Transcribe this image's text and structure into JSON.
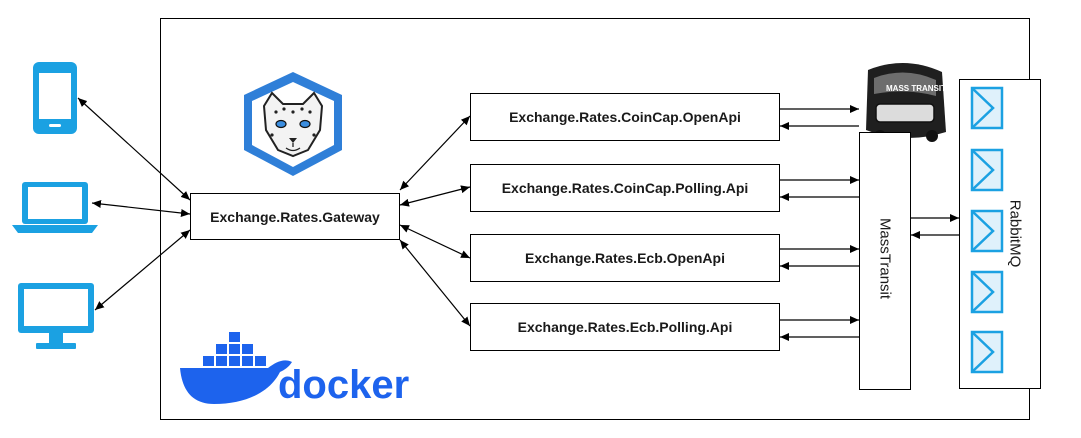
{
  "nodes": {
    "gateway": "Exchange.Rates.Gateway",
    "coincap_openapi": "Exchange.Rates.CoinCap.OpenApi",
    "coincap_polling": "Exchange.Rates.CoinCap.Polling.Api",
    "ecb_openapi": "Exchange.Rates.Ecb.OpenApi",
    "ecb_polling": "Exchange.Rates.Ecb.Polling.Api",
    "masstransit": "MassTransit",
    "rabbitmq": "RabbitMQ"
  },
  "logos": {
    "docker": "docker",
    "masstransit_bus": "MASS TRANSIT"
  },
  "clients": [
    "phone-icon",
    "laptop-icon",
    "desktop-icon"
  ],
  "colors": {
    "client_blue": "#1ba1e2",
    "docker_blue": "#1d63ed",
    "ocelot_blue": "#2f7fd8",
    "rabbit_blue": "#1ba1e2",
    "rabbit_fill": "#dff1fb"
  }
}
